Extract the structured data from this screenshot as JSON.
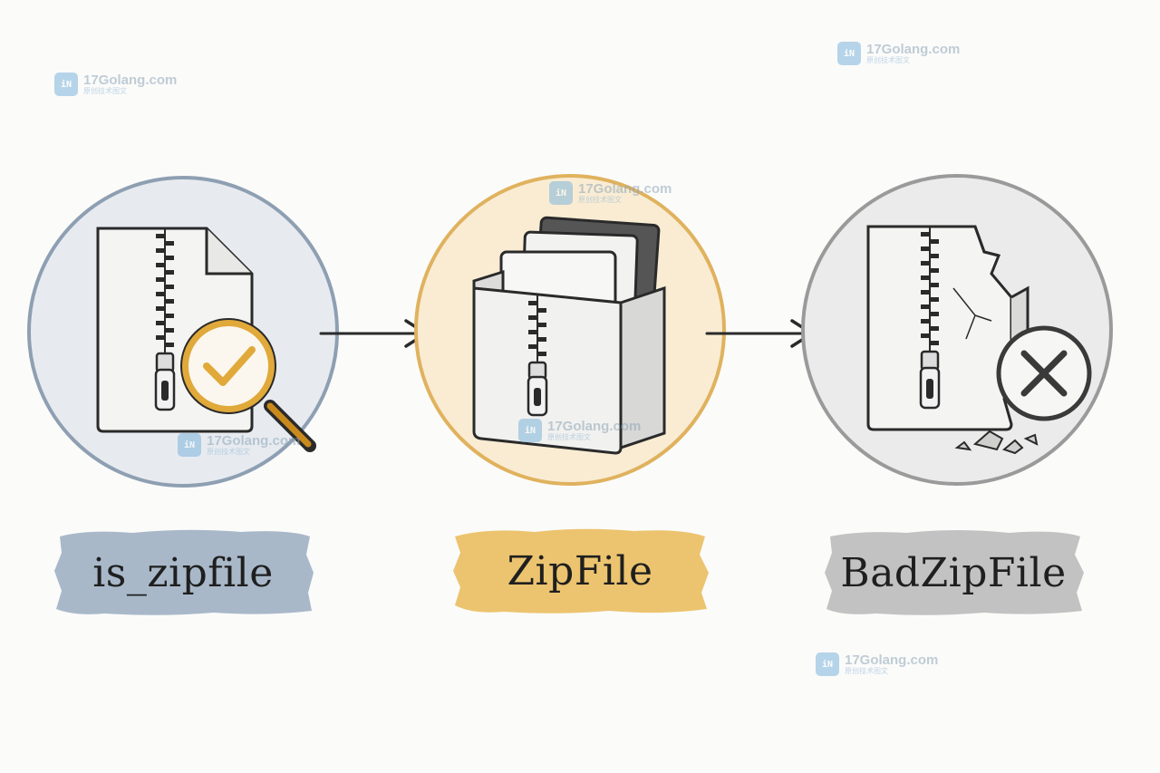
{
  "nodes": [
    {
      "label": "is_zipfile",
      "ring_color": "#8e9fb2",
      "fill_color": "#e7ebf0",
      "brush_color": "#a9b8c9",
      "badge_color": "#e0a93a"
    },
    {
      "label": "ZipFile",
      "ring_color": "#e0b25e",
      "fill_color": "#f9ecd3",
      "brush_color": "#ecc46f"
    },
    {
      "label": "BadZipFile",
      "ring_color": "#9a9a9a",
      "fill_color": "#ebebeb",
      "brush_color": "#c2c2c2",
      "badge_color": "#3a3a3a"
    }
  ],
  "icons": {
    "node1": "zip-file-magnifier-check-icon",
    "node2": "zip-box-with-documents-icon",
    "node3": "broken-zip-file-x-icon"
  },
  "watermark": {
    "name": "17Golang.com",
    "sub": "原创技术图文",
    "logo": "iN"
  }
}
